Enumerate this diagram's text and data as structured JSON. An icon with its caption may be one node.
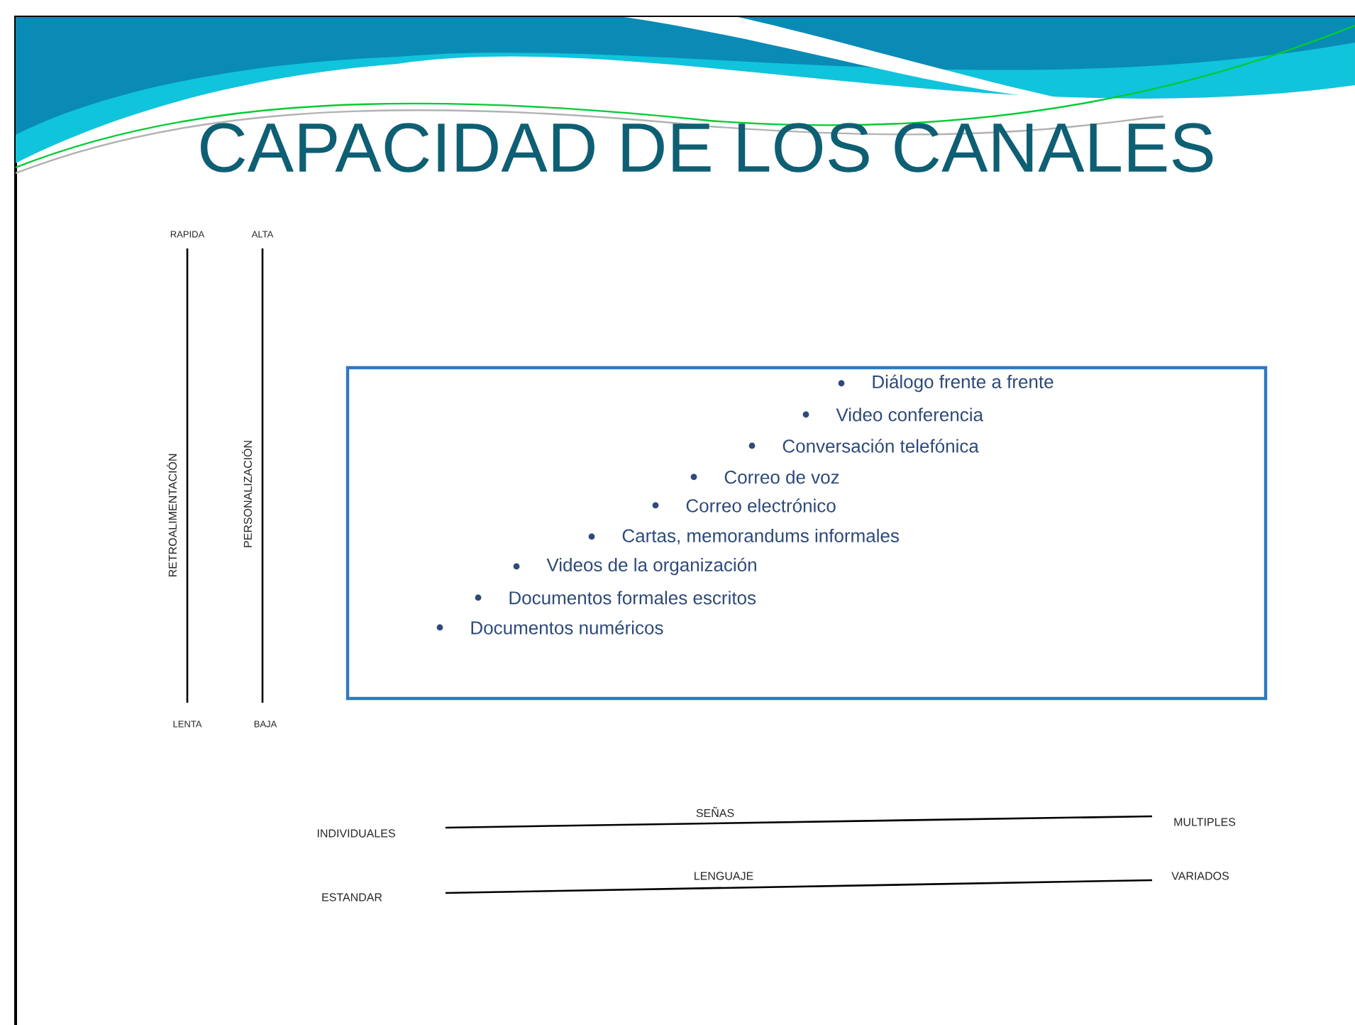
{
  "diagram": {
    "title": "CAPACIDAD DE LOS CANALES",
    "nodes": [
      {
        "text": [
          "Diálogo frente a frente",
          "Video conferencia",
          "Conversación telefónica",
          "Correo de voz",
          "Correo electrónico",
          "Cartas, memorandums informales",
          "Videos de la organización",
          "Documentos formales escritos",
          "Documentos numéricos"
        ]
      }
    ],
    "labels": [
      "RAPIDA",
      "ALTA",
      "RETROALIMENTACIÓN",
      "PERSONALIZACIÓN",
      "LENTA",
      "BAJA",
      "SEÑAS",
      "INDIVIDUALES",
      "MULTIPLES",
      "LENGUAJE",
      "ESTANDAR",
      "VARIADOS"
    ]
  }
}
